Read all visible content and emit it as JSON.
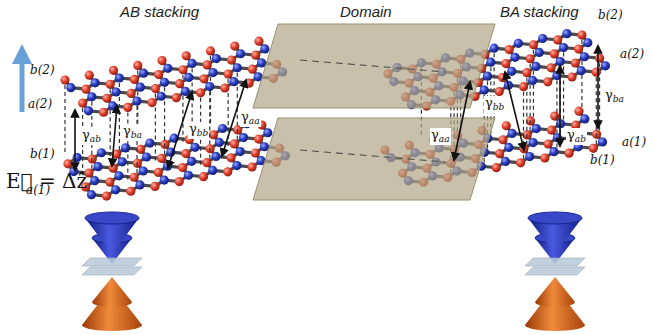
{
  "diagram": {
    "labels": [
      "AB stacking",
      "Domain",
      "BA stacking",
      "b(2)",
      "a(2)",
      "b(1)",
      "a(1)",
      "γab",
      "γba",
      "γbb",
      "γaa",
      "b(2)",
      "a(2)",
      "γbb",
      "γba",
      "γaa",
      "γab",
      "a(1)",
      "b(1)",
      "E⃗ = Δẑ"
    ]
  }
}
